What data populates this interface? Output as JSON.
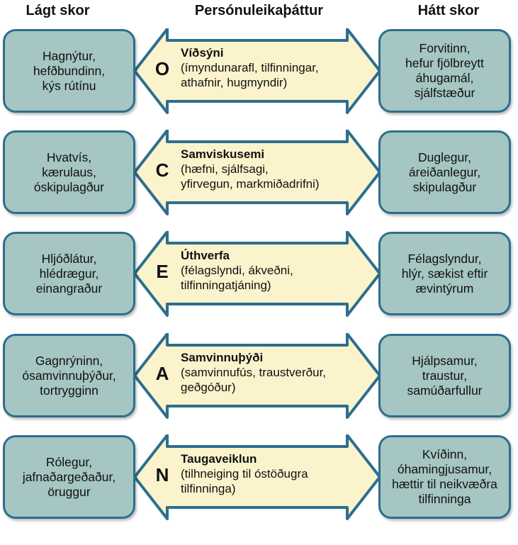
{
  "headers": {
    "low": "Lágt skor",
    "middle": "Persónuleikaþáttur",
    "high": "Hátt skor"
  },
  "colors": {
    "box_fill": "#a5c6c2",
    "box_border": "#2d6e8e",
    "arrow_fill": "#fbf3cc",
    "arrow_border": "#2d6e8e"
  },
  "traits": [
    {
      "letter": "O",
      "name": "Víðsýni",
      "description": "(ímyndunarafl, tilfinningar,\nathafnir, hugmyndir)",
      "low": "Hagnýtur,\nhefðbundinn,\nkýs rútínu",
      "high": "Forvitinn,\nhefur fjölbreytt\náhugamál,\nsjálfstæður"
    },
    {
      "letter": "C",
      "name": "Samviskusemi",
      "description": "(hæfni, sjálfsagi,\nyfirvegun, markmiðadrifni)",
      "low": "Hvatvís,\nkærulaus,\nóskipulagður",
      "high": "Duglegur,\náreiðanlegur,\nskipulagður"
    },
    {
      "letter": "E",
      "name": "Úthverfa",
      "description": "(félagslyndi, ákveðni,\ntilfinningatjáning)",
      "low": "Hljóðlátur,\nhlédrægur,\neinangraður",
      "high": "Félagslyndur,\nhlýr, sækist eftir\nævintýrum"
    },
    {
      "letter": "A",
      "name": "Samvinnuþýði",
      "description": "(samvinnufús, traustverður,\ngeðgóður)",
      "low": "Gagnrýninn,\nósamvinnuþýður,\ntortrygginn",
      "high": "Hjálpsamur,\ntraustur,\nsamúðarfullur"
    },
    {
      "letter": "N",
      "name": "Taugaveiklun",
      "description": "(tilhneiging til óstöðugra\ntilfinninga)",
      "low": "Rólegur,\njafnaðargeðaður,\nöruggur",
      "high": "Kvíðinn,\nóhamingjusamur,\nhættir til neikvæðra\ntilfinninga"
    }
  ]
}
